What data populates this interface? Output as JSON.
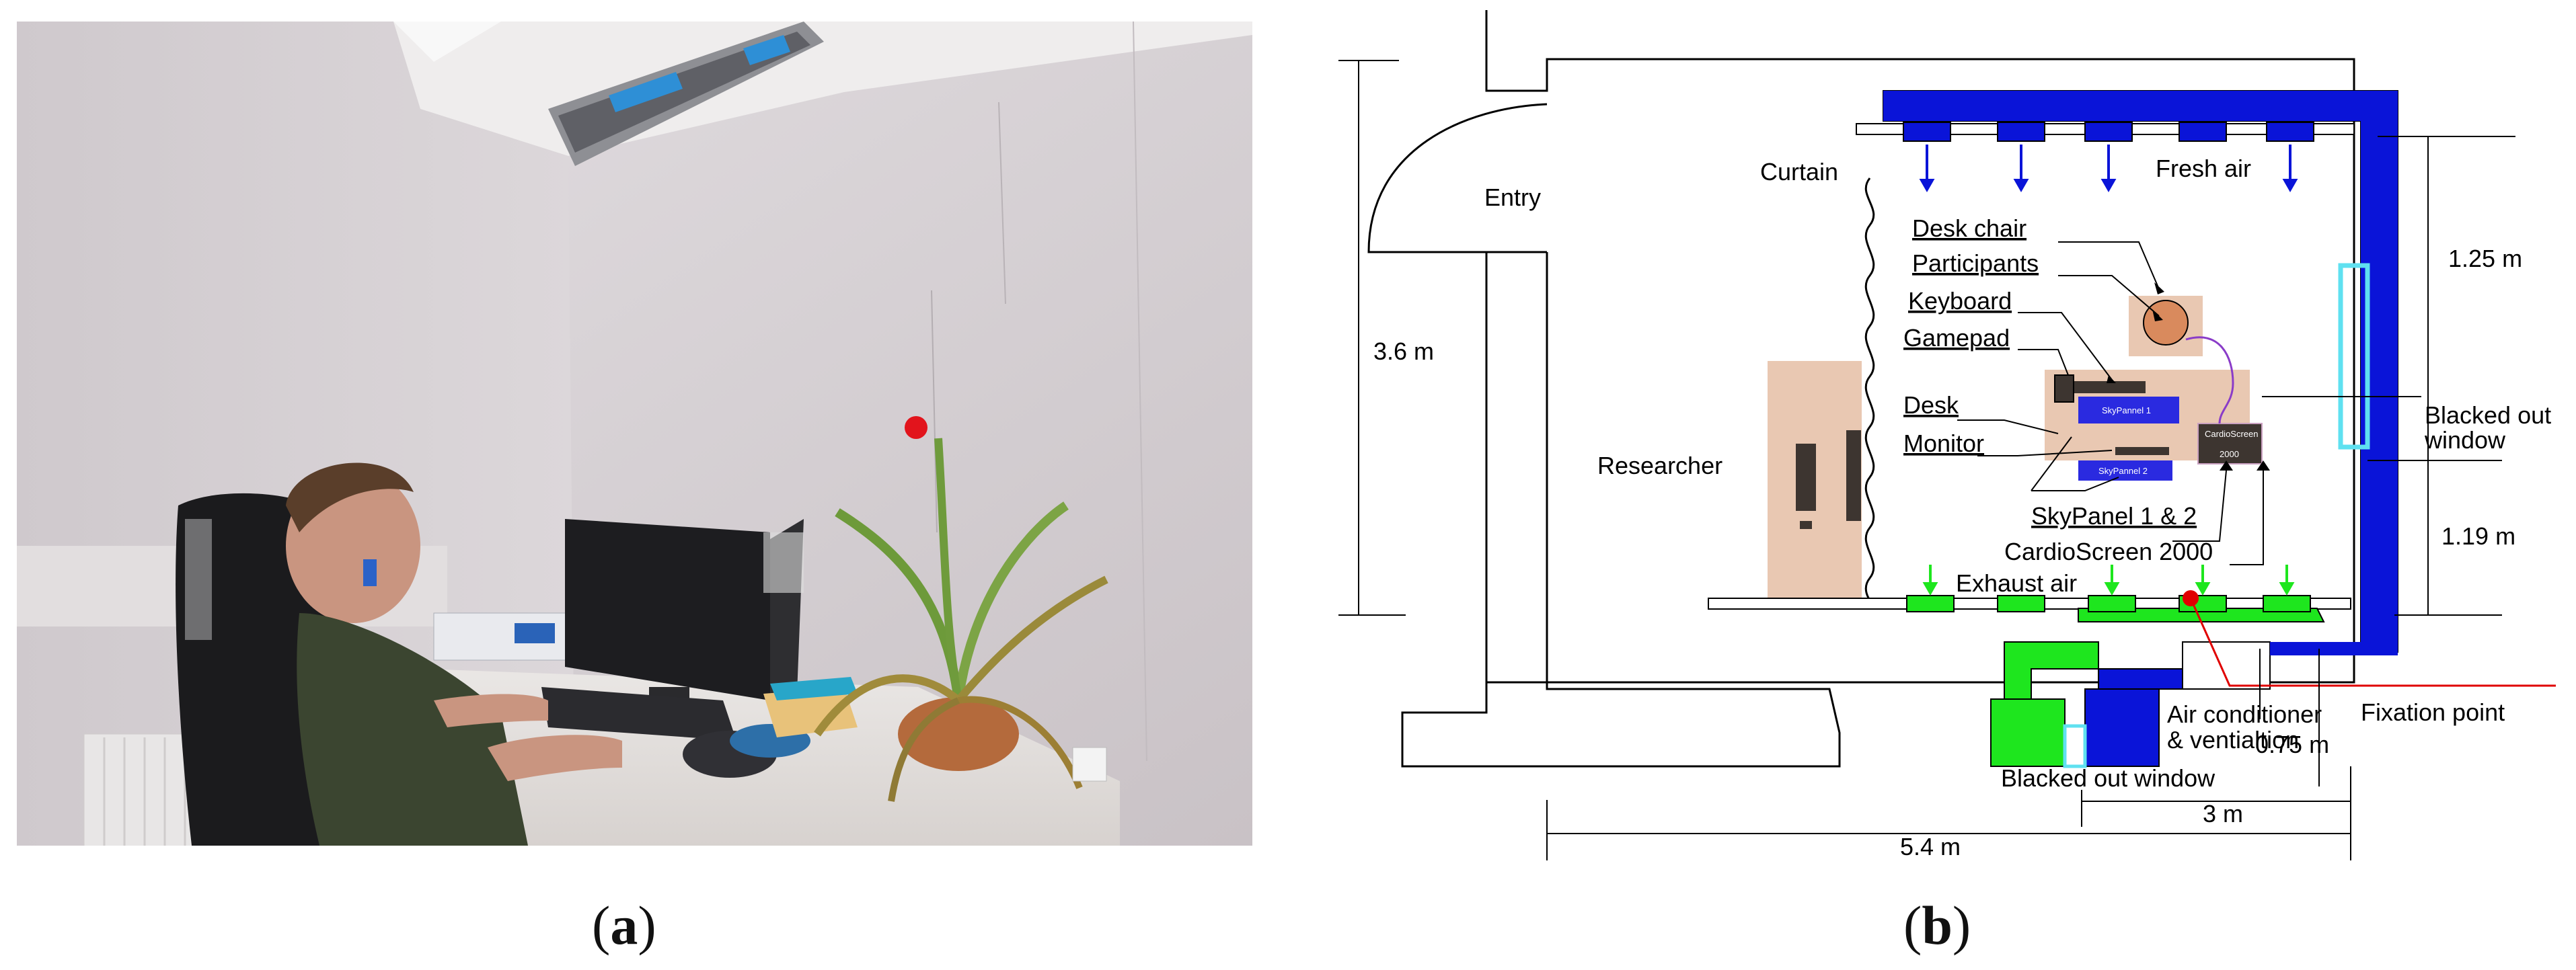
{
  "captions": {
    "a_open": "(",
    "a_letter": "a",
    "a_close": ")",
    "b_open": "(",
    "b_letter": "b",
    "b_close": ")"
  },
  "plan": {
    "entry": "Entry",
    "curtain": "Curtain",
    "fresh_air": "Fresh air",
    "desk_chair": "Desk chair",
    "participants": "Participants",
    "keyboard": "Keyboard",
    "gamepad": "Gamepad",
    "desk": "Desk",
    "monitor": "Monitor",
    "researcher": "Researcher",
    "skypanel_1_2": "SkyPanel 1 & 2",
    "cardioscreen_2000": "CardioScreen 2000",
    "exhaust_air": "Exhaust air",
    "air_conditioner_line1": "Air conditioner",
    "air_conditioner_line2": "& ventialtion",
    "fixation_point": "Fixation point",
    "blacked_out_window_bottom": "Blacked out window",
    "blacked_out_window_right_line1": "Blacked out",
    "blacked_out_window_right_line2": "window",
    "skypannel_1": "SkyPannel 1",
    "skypannel_2": "SkyPannel 2",
    "cardioscreen_box_line1": "CardioScreen",
    "cardioscreen_box_line2": "2000"
  },
  "dimensions": {
    "height_total": "3.6 m",
    "top_right": "1.25 m",
    "mid_right": "1.19 m",
    "bottom_right": "0.75 m",
    "width_inner": "3 m",
    "width_total": "5.4 m"
  },
  "colors": {
    "duct_blue": "#0a14d8",
    "exhaust_green": "#1ee61e",
    "window_cyan": "#5fe1f0",
    "furniture_tan": "#e9c8b2",
    "fixation_red": "#e00000",
    "wall_light": "#d9d4d8"
  }
}
